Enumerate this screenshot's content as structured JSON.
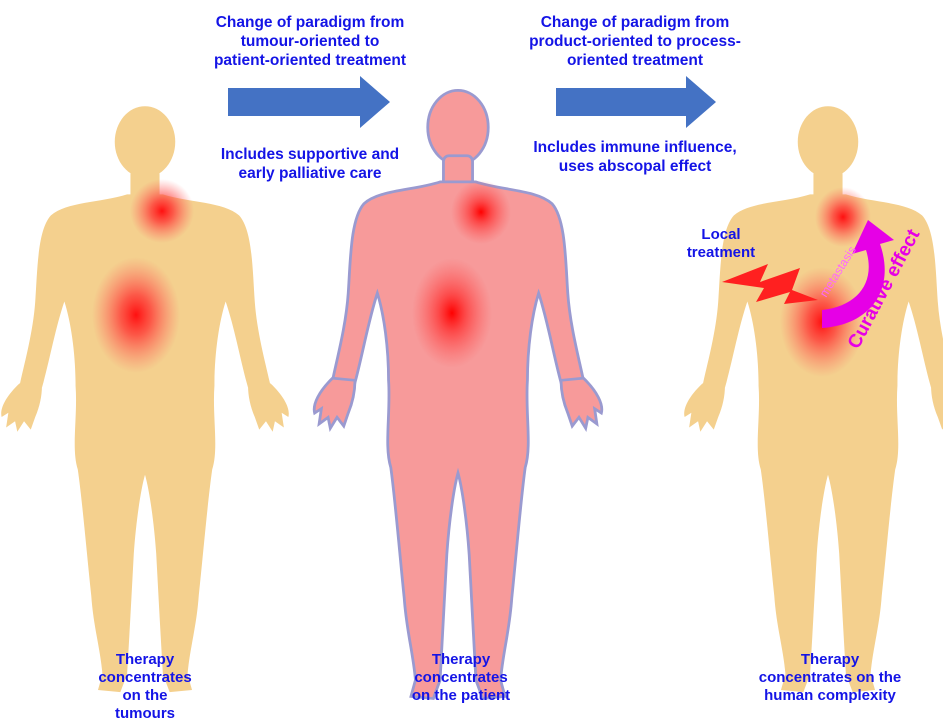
{
  "header1": {
    "lines": [
      "Change of paradigm from",
      "tumour-oriented to",
      "patient-oriented treatment"
    ],
    "sub": [
      "Includes supportive and",
      "early palliative care"
    ]
  },
  "header2": {
    "lines": [
      "Change of paradigm from",
      "product-oriented to process-",
      "oriented treatment"
    ],
    "sub": [
      "Includes immune influence,",
      "uses abscopal effect"
    ]
  },
  "figure1": {
    "caption": [
      "Therapy",
      "concentrates",
      "on the",
      "tumours"
    ],
    "color": "#f4d08e"
  },
  "figure2": {
    "caption": [
      "Therapy",
      "concentrates",
      "on the patient"
    ],
    "color": "#f79a9a"
  },
  "figure3": {
    "caption": [
      "Therapy",
      "concentrates on the",
      "human complexity"
    ],
    "color": "#f4d08e",
    "local_treatment": [
      "Local",
      "treatment"
    ],
    "metastasis": "metastasis",
    "curative_effect": "Curative effect"
  },
  "colors": {
    "text": "#1414e6",
    "arrow": "#4472c4",
    "tumour": "#ff1a1a",
    "lightning": "#ff2020",
    "curve": "#e600e6"
  }
}
